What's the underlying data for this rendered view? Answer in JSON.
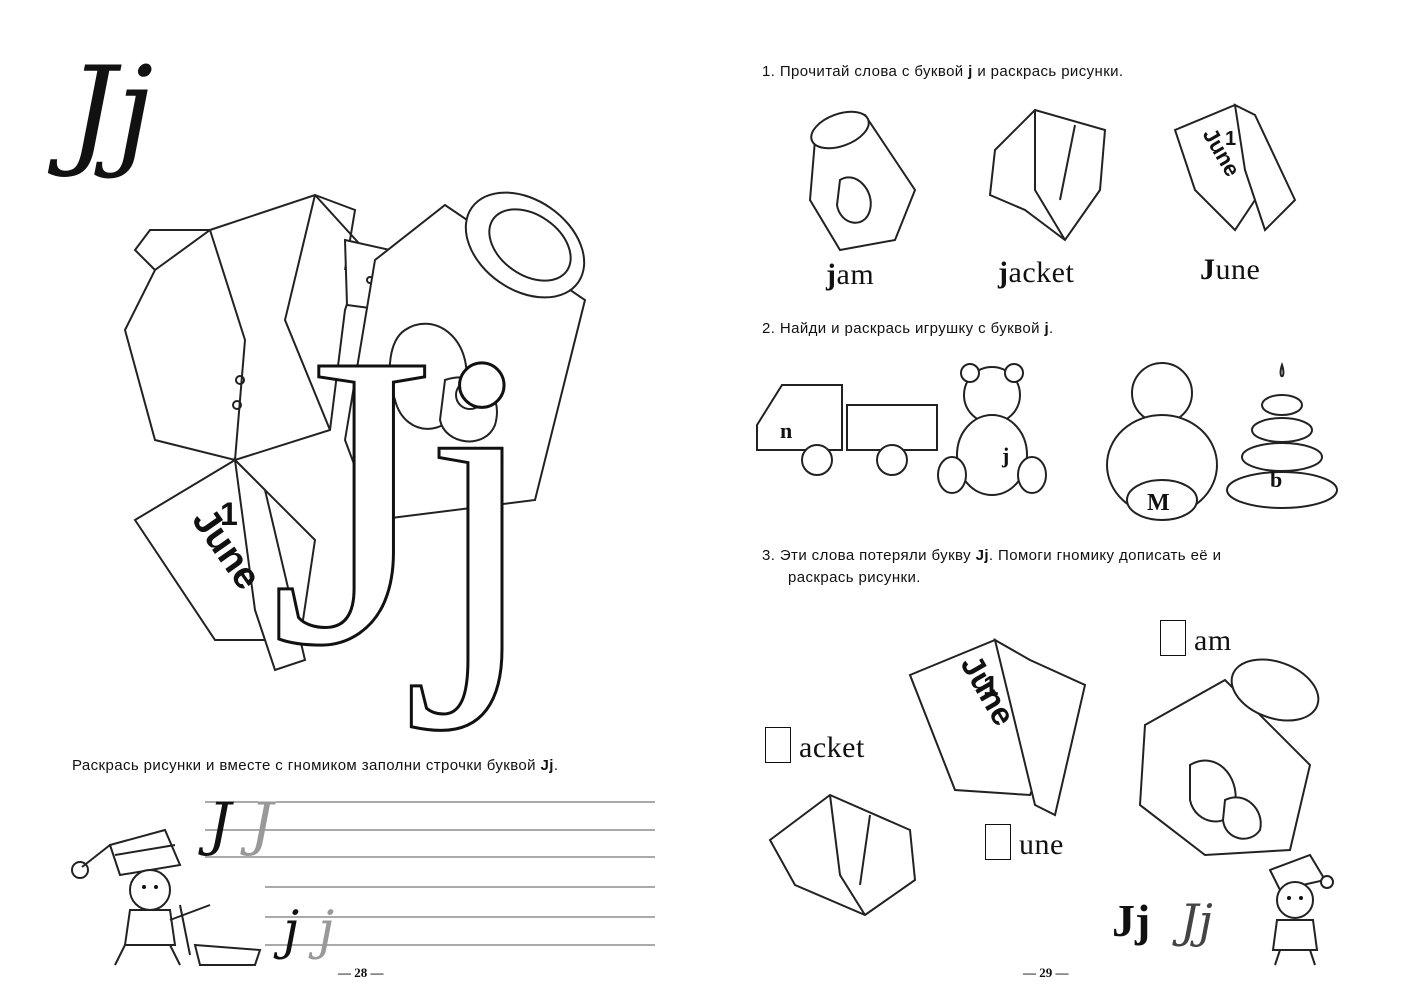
{
  "left_page": {
    "cursive_letters": "Jj",
    "big_letters": "Jj",
    "calendar": {
      "month": "June",
      "day": "1"
    },
    "instruction_prefix": "Раскрась рисунки и вместе с гномиком заполни строчки буквой",
    "instruction_letter": "Jj",
    "instruction_suffix": ".",
    "trace_top": {
      "dark": "J",
      "light": "J"
    },
    "trace_bottom": {
      "dark": "j",
      "light": "j"
    },
    "page_number": "— 28 —"
  },
  "right_page": {
    "task1": {
      "prefix": "1. Прочитай слова с буквой",
      "letter": "j",
      "suffix": "и раскрась рисунки.",
      "items": [
        {
          "bold": "j",
          "rest": "am",
          "icon": "jam-jar-icon"
        },
        {
          "bold": "j",
          "rest": "acket",
          "icon": "jacket-icon"
        },
        {
          "bold": "J",
          "rest": "une",
          "icon": "calendar-icon"
        }
      ],
      "calendar": {
        "month": "June",
        "day": "1"
      }
    },
    "task2": {
      "prefix": "2. Найди и раскрась игрушку с буквой",
      "letter": "j",
      "suffix": ".",
      "toys": [
        {
          "letter": "n",
          "icon": "truck-icon"
        },
        {
          "letter": "j",
          "icon": "teddy-bear-icon"
        },
        {
          "letter": "M",
          "icon": "roly-poly-doll-icon"
        },
        {
          "letter": "b",
          "icon": "stacking-pyramid-icon"
        }
      ]
    },
    "task3": {
      "line1_prefix": "3. Эти слова потеряли букву",
      "letter": "Jj",
      "line1_suffix": ". Помоги гномику дописать её и",
      "line2": "раскрась рисунки.",
      "words": {
        "am": "am",
        "acket": "acket",
        "une": "une"
      },
      "calendar": {
        "month": "June",
        "day": "1"
      }
    },
    "letters_print": "Jj",
    "letters_italic": "Jj",
    "page_number": "— 29 —"
  }
}
